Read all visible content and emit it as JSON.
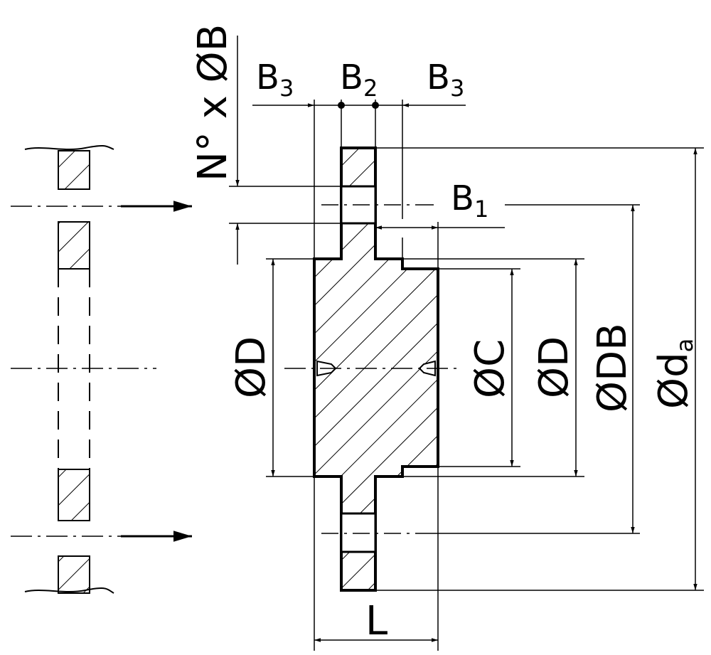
{
  "labels": {
    "count_bore": "N° x ØB",
    "b3_left": "B",
    "b3_left_sub": "3",
    "b2": "B",
    "b2_sub": "2",
    "b3_right": "B",
    "b3_right_sub": "3",
    "b1": "B",
    "b1_sub": "1",
    "dia_d_left": "ØD",
    "dia_c": "ØC",
    "dia_d_right": "ØD",
    "dia_db": "ØDB",
    "dia_da": "Ød",
    "dia_da_sub": "a",
    "length": "L"
  }
}
